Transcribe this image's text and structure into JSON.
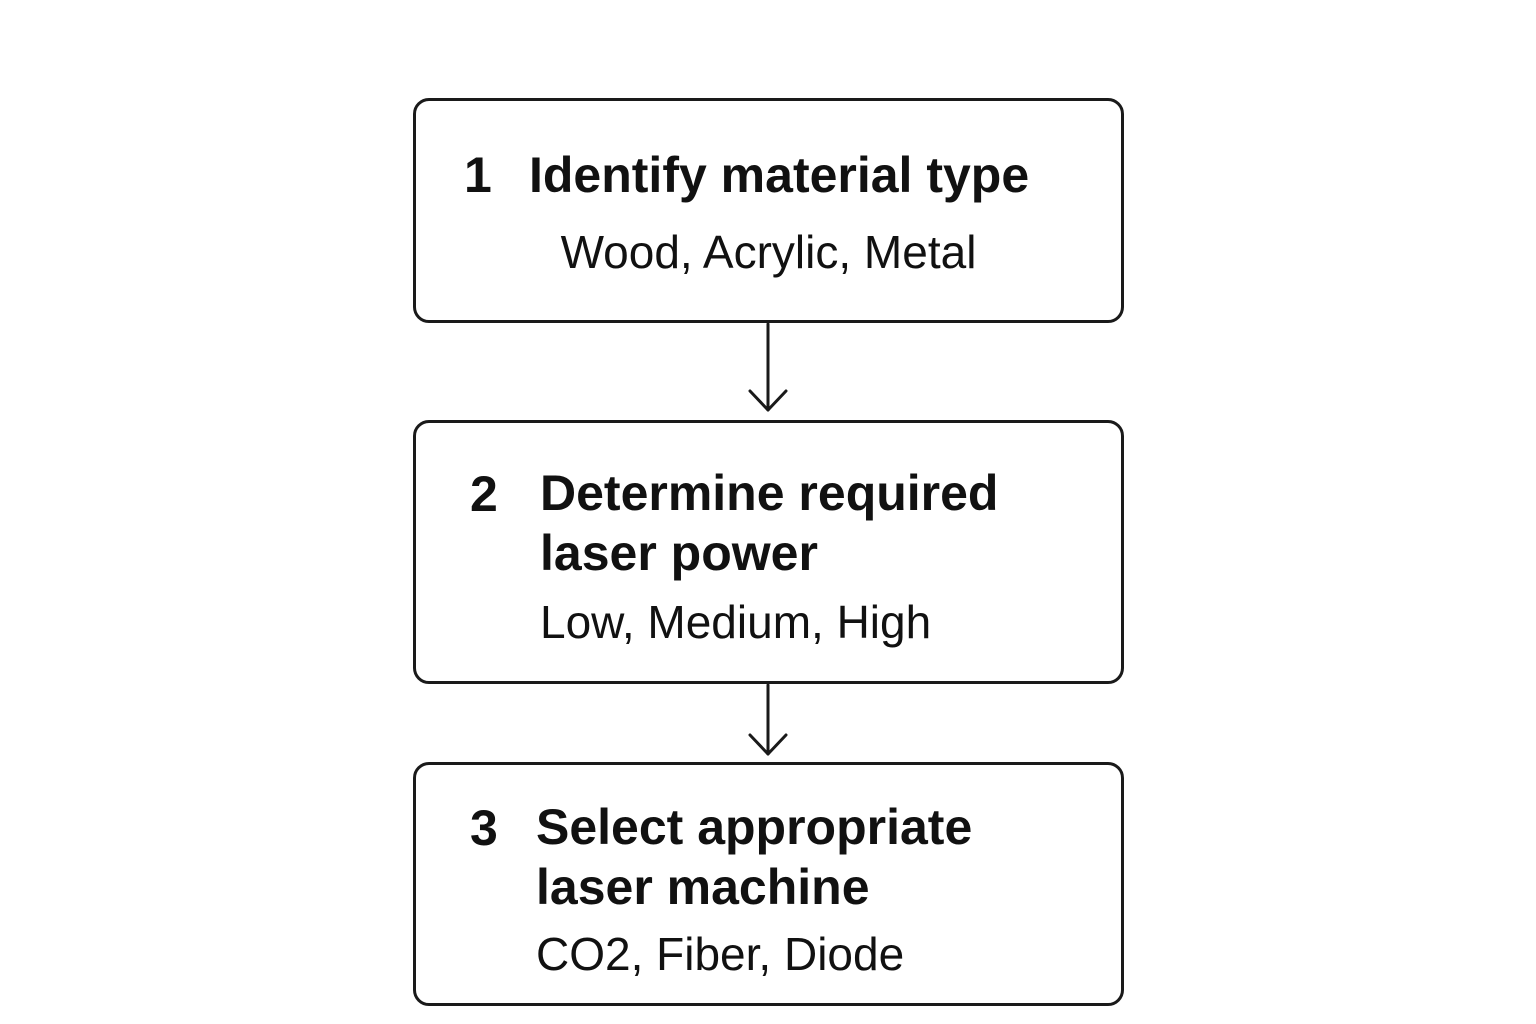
{
  "steps": [
    {
      "number": "1",
      "title": "Identify material type",
      "options": "Wood, Acrylic, Metal"
    },
    {
      "number": "2",
      "title": "Determine required\nlaser power",
      "options": "Low, Medium, High"
    },
    {
      "number": "3",
      "title": "Select appropriate\nlaser machine",
      "options": "CO2, Fiber, Diode"
    }
  ],
  "colors": {
    "stroke": "#1a1a1a",
    "text": "#111111",
    "background": "#ffffff"
  }
}
